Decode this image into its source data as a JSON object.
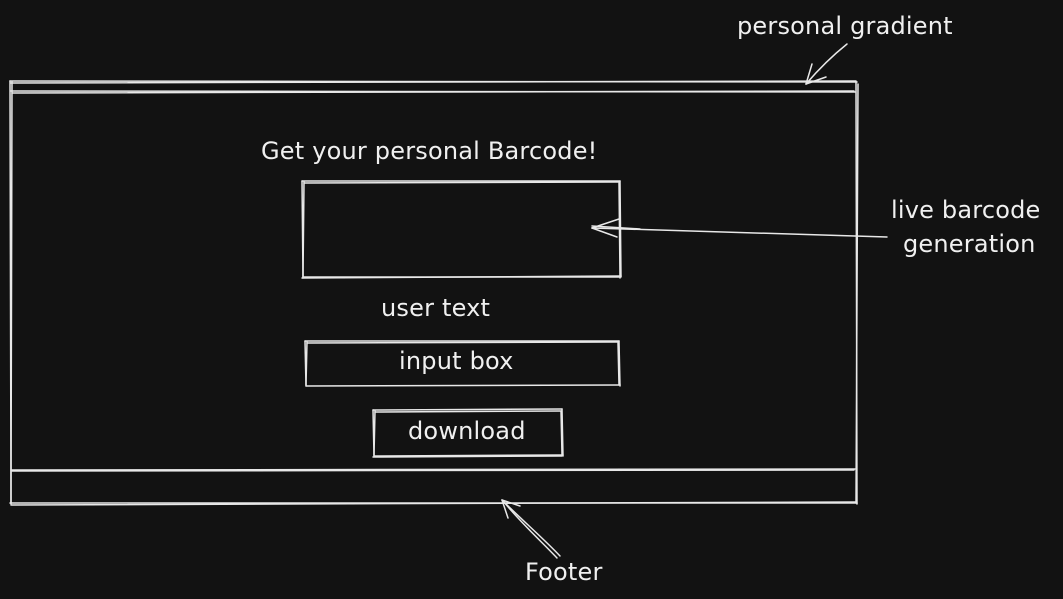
{
  "annotations": {
    "gradient": "personal gradient",
    "live_barcode_line1": "live barcode",
    "live_barcode_line2": "generation",
    "footer": "Footer"
  },
  "app": {
    "heading": "Get your personal Barcode!",
    "input_label": "user text",
    "input_placeholder": "input box",
    "download_label": "download"
  },
  "colors": {
    "background": "#121212",
    "stroke": "#e8e8e8"
  }
}
